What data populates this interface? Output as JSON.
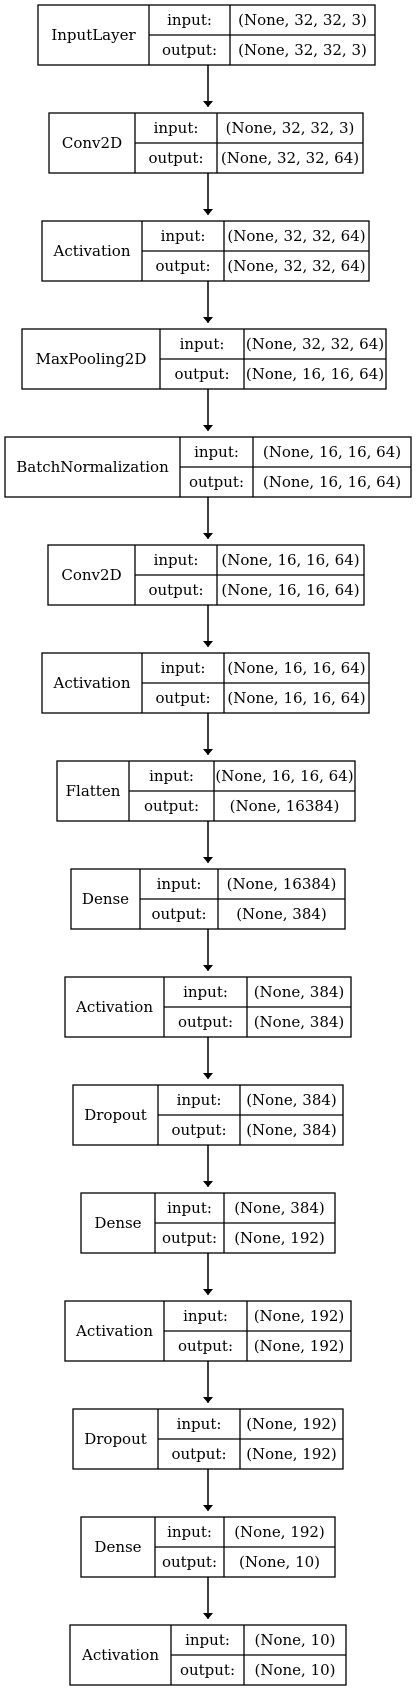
{
  "labels": {
    "input": "input:",
    "output": "output:"
  },
  "layers": [
    {
      "name": "InputLayer",
      "input": "(None, 32, 32, 3)",
      "output": "(None, 32, 32, 3)"
    },
    {
      "name": "Conv2D",
      "input": "(None, 32, 32, 3)",
      "output": "(None, 32, 32, 64)"
    },
    {
      "name": "Activation",
      "input": "(None, 32, 32, 64)",
      "output": "(None, 32, 32, 64)"
    },
    {
      "name": "MaxPooling2D",
      "input": "(None, 32, 32, 64)",
      "output": "(None, 16, 16, 64)"
    },
    {
      "name": "BatchNormalization",
      "input": "(None, 16, 16, 64)",
      "output": "(None, 16, 16, 64)"
    },
    {
      "name": "Conv2D",
      "input": "(None, 16, 16, 64)",
      "output": "(None, 16, 16, 64)"
    },
    {
      "name": "Activation",
      "input": "(None, 16, 16, 64)",
      "output": "(None, 16, 16, 64)"
    },
    {
      "name": "Flatten",
      "input": "(None, 16, 16, 64)",
      "output": "(None, 16384)"
    },
    {
      "name": "Dense",
      "input": "(None, 16384)",
      "output": "(None, 384)"
    },
    {
      "name": "Activation",
      "input": "(None, 384)",
      "output": "(None, 384)"
    },
    {
      "name": "Dropout",
      "input": "(None, 384)",
      "output": "(None, 384)"
    },
    {
      "name": "Dense",
      "input": "(None, 384)",
      "output": "(None, 192)"
    },
    {
      "name": "Activation",
      "input": "(None, 192)",
      "output": "(None, 192)"
    },
    {
      "name": "Dropout",
      "input": "(None, 192)",
      "output": "(None, 192)"
    },
    {
      "name": "Dense",
      "input": "(None, 192)",
      "output": "(None, 10)"
    },
    {
      "name": "Activation",
      "input": "(None, 10)",
      "output": "(None, 10)"
    }
  ]
}
